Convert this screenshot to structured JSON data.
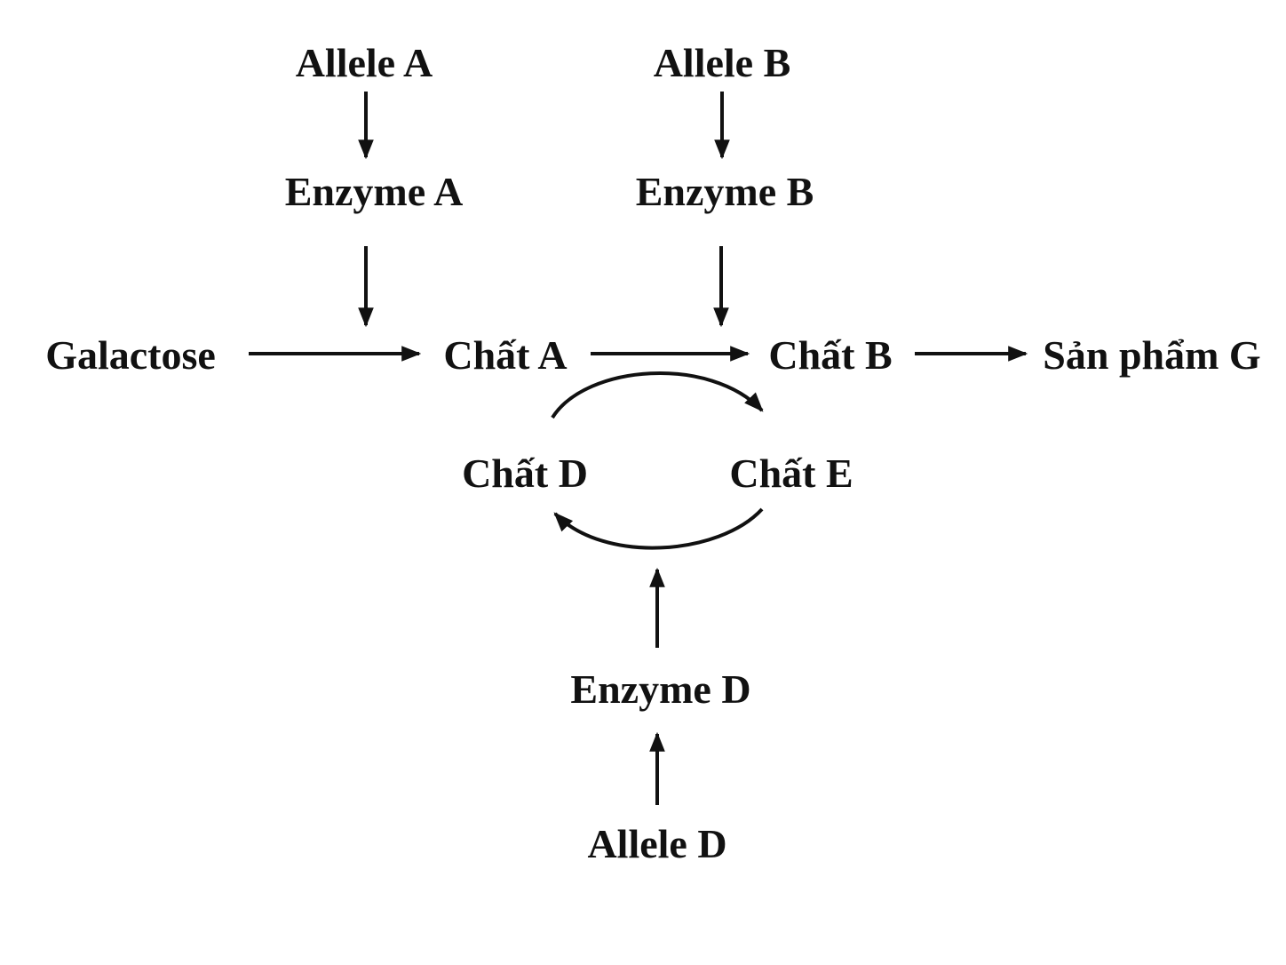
{
  "diagram": {
    "nodes": {
      "allele_a": "Allele A",
      "allele_b": "Allele B",
      "enzyme_a": "Enzyme A",
      "enzyme_b": "Enzyme B",
      "galactose": "Galactose",
      "chat_a": "Chất A",
      "chat_b": "Chất B",
      "san_pham_g": "Sản phẩm G",
      "chat_d": "Chất D",
      "chat_e": "Chất E",
      "enzyme_d": "Enzyme D",
      "allele_d": "Allele D"
    },
    "edges": [
      {
        "from": "allele_a",
        "to": "enzyme_a"
      },
      {
        "from": "enzyme_a",
        "to": "galactose-to-chat-a-reaction"
      },
      {
        "from": "allele_b",
        "to": "enzyme_b"
      },
      {
        "from": "enzyme_b",
        "to": "chat-a-to-chat-b-reaction"
      },
      {
        "from": "galactose",
        "to": "chat_a"
      },
      {
        "from": "chat_a",
        "to": "chat_b"
      },
      {
        "from": "chat_b",
        "to": "san_pham_g"
      },
      {
        "from": "chat_d",
        "to": "chat_e"
      },
      {
        "from": "chat_e",
        "to": "chat_d"
      },
      {
        "from": "enzyme_d",
        "to": "chat-d-chat-e-cycle"
      },
      {
        "from": "allele_d",
        "to": "enzyme_d"
      }
    ],
    "colors": {
      "ink": "#111111",
      "background": "#ffffff"
    }
  }
}
